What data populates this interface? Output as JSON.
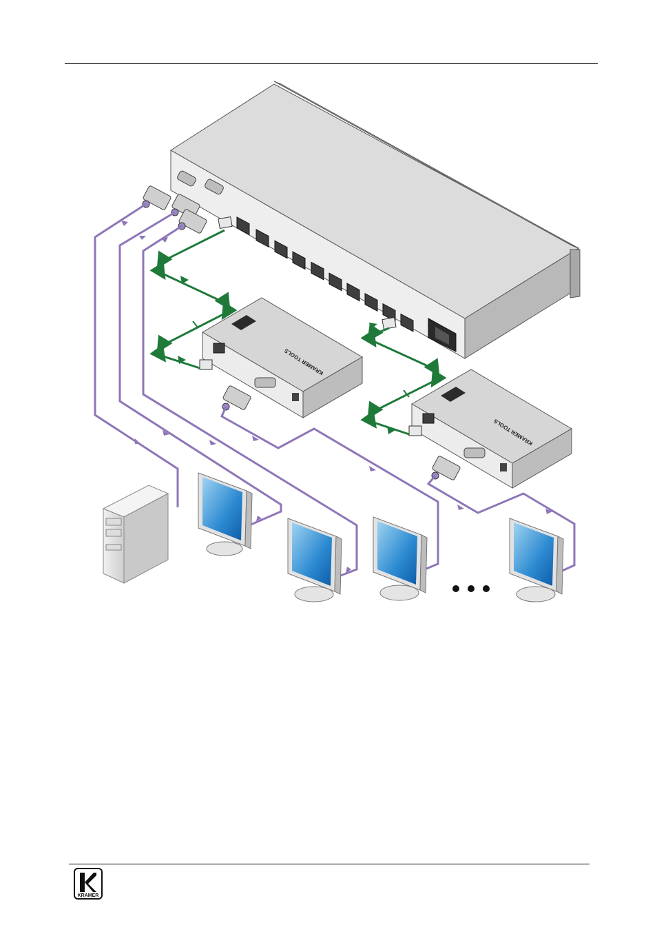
{
  "header": {
    "rule_color": "#000000"
  },
  "diagram": {
    "cable_colors": {
      "vga": "#8e76b8",
      "cat5": "#1f7a3a"
    },
    "receivers": [
      {
        "brand_label": "KRAMER TOOLS"
      },
      {
        "brand_label": "KRAMER TOOLS"
      }
    ],
    "ellipsis": "• • •"
  },
  "footer": {
    "logo_text": "KRAMER"
  }
}
